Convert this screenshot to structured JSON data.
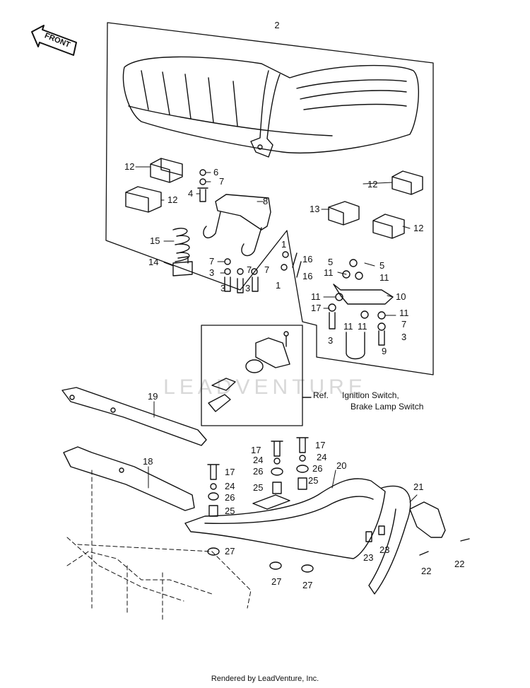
{
  "direction_label": "FRONT",
  "watermark": "LEADVENTURE",
  "reference": {
    "prefix": "Ref.",
    "line1": "Ignition Switch,",
    "line2": "Brake Lamp Switch"
  },
  "footer": "Rendered by LeadVenture, Inc.",
  "callouts": [
    "2",
    "12",
    "6",
    "7",
    "4",
    "12",
    "8",
    "12",
    "13",
    "12",
    "15",
    "14",
    "7",
    "3",
    "3",
    "7",
    "3",
    "7",
    "1",
    "16",
    "1",
    "16",
    "5",
    "5",
    "11",
    "11",
    "11",
    "10",
    "17",
    "11",
    "11",
    "11",
    "7",
    "3",
    "3",
    "9",
    "19",
    "18",
    "17",
    "17",
    "24",
    "24",
    "26",
    "26",
    "25",
    "25",
    "20",
    "17",
    "24",
    "26",
    "25",
    "21",
    "27",
    "23",
    "23",
    "27",
    "27",
    "22",
    "22"
  ]
}
